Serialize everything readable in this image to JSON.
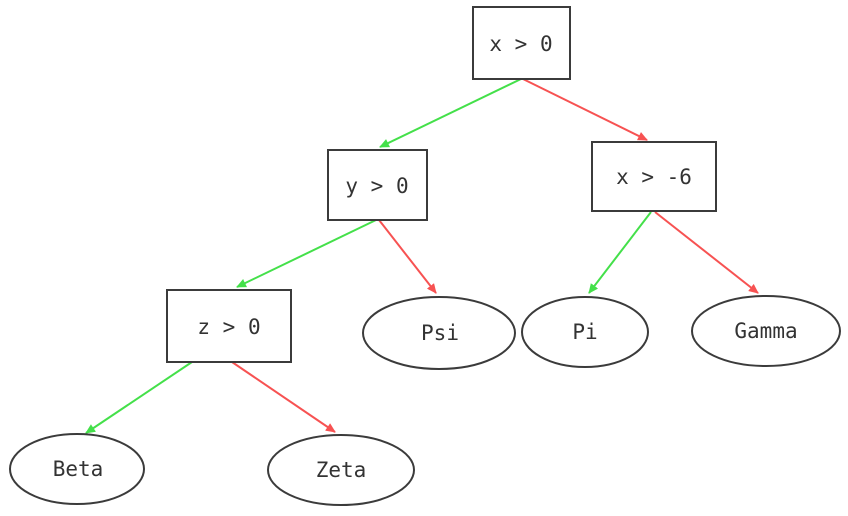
{
  "diagram": {
    "type": "binary-decision-tree",
    "background": "#ffffff",
    "colors": {
      "true_branch": "#44e04a",
      "false_branch": "#f75252",
      "node_border": "#3b3b3b",
      "node_fill": "#ffffff",
      "label_text": "#333333"
    },
    "nodes": {
      "root": {
        "label": "x > 0",
        "shape": "rect"
      },
      "y0": {
        "label": "y > 0",
        "shape": "rect"
      },
      "xm6": {
        "label": "x > -6",
        "shape": "rect"
      },
      "z0": {
        "label": "z > 0",
        "shape": "rect"
      },
      "psi": {
        "label": "Psi",
        "shape": "ellipse"
      },
      "pi": {
        "label": "Pi",
        "shape": "ellipse"
      },
      "gamma": {
        "label": "Gamma",
        "shape": "ellipse"
      },
      "beta": {
        "label": "Beta",
        "shape": "ellipse"
      },
      "zeta": {
        "label": "Zeta",
        "shape": "ellipse"
      }
    },
    "edges": [
      {
        "from": "x > 0",
        "to": "y > 0",
        "branch": "true",
        "color": "green"
      },
      {
        "from": "x > 0",
        "to": "x > -6",
        "branch": "false",
        "color": "red"
      },
      {
        "from": "y > 0",
        "to": "z > 0",
        "branch": "true",
        "color": "green"
      },
      {
        "from": "y > 0",
        "to": "Psi",
        "branch": "false",
        "color": "red"
      },
      {
        "from": "x > -6",
        "to": "Pi",
        "branch": "true",
        "color": "green"
      },
      {
        "from": "x > -6",
        "to": "Gamma",
        "branch": "false",
        "color": "red"
      },
      {
        "from": "z > 0",
        "to": "Beta",
        "branch": "true",
        "color": "green"
      },
      {
        "from": "z > 0",
        "to": "Zeta",
        "branch": "false",
        "color": "red"
      }
    ]
  }
}
